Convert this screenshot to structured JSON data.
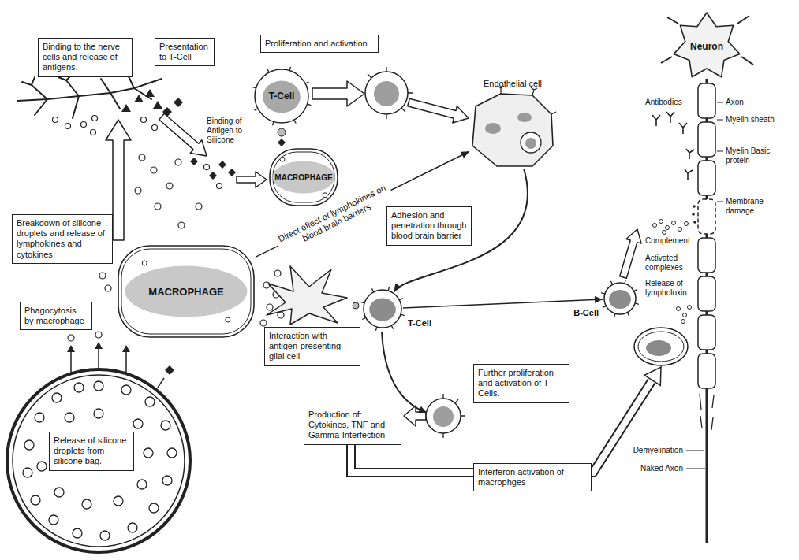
{
  "diagram": {
    "nodes": [
      {
        "text": [
          "Binding to the nerve cells and release of antigens."
        ]
      },
      {
        "text": [
          "Presentation to T-Cell"
        ]
      },
      {
        "text": [
          "Proliferation and activation"
        ]
      },
      {
        "text": [
          "T-Cell"
        ]
      },
      {
        "text": [
          "Endothelial cell"
        ]
      },
      {
        "text": [
          "MACROPHAGE"
        ]
      },
      {
        "text": [
          "Adhesion and penetration through blood brain barrier"
        ]
      },
      {
        "text": [
          "Neuron"
        ]
      },
      {
        "text": [
          "Breakdown of silicone droplets and release of lymphokines and cytokines"
        ]
      },
      {
        "text": [
          "MACROPHAGE"
        ]
      },
      {
        "text": [
          "Phagocytosis by macrophage"
        ]
      },
      {
        "text": [
          "Interaction with antigen-presenting glial cell"
        ]
      },
      {
        "text": [
          "T-Cell"
        ]
      },
      {
        "text": [
          "B-Cell"
        ]
      },
      {
        "text": [
          "Further proliferation and activation of T-Cells."
        ]
      },
      {
        "text": [
          "Production of: Cytokines, TNF and Gamma-Interfection"
        ]
      },
      {
        "text": [
          "Interferon activation of macrophges"
        ]
      },
      {
        "text": [
          "Release of silicone droplets from silicone bag."
        ]
      }
    ],
    "edges": [
      {
        "from": 9,
        "to": 4,
        "arrow": "to",
        "label": "Direct effect of lymphokines on blood brain barriers"
      },
      {
        "from": 4,
        "to": 12,
        "arrow": "to"
      },
      {
        "from": 12,
        "to": 13,
        "arrow": "to"
      }
    ],
    "labels": [
      "Binding of Antigen to Silicone",
      "Antibodies",
      "Axon",
      "Myelin sheath",
      "Myelin Basic protein",
      "Membrane damage",
      "Complement",
      "Activated complexes",
      "Release of lympholoxin",
      "Demyelination",
      "Naked Axon"
    ]
  }
}
